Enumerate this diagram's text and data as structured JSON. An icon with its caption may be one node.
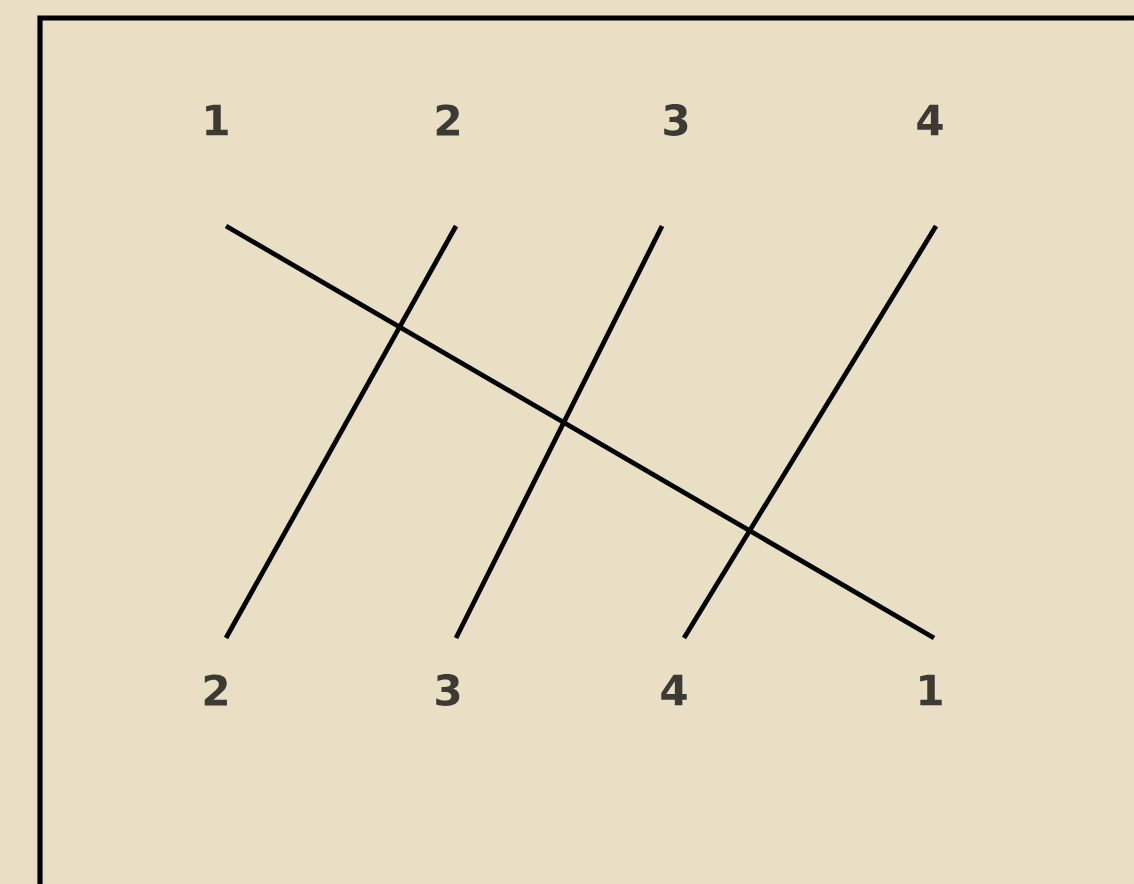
{
  "diagram": {
    "nodes": [
      {
        "text": [
          "1"
        ]
      },
      {
        "text": [
          "2"
        ]
      },
      {
        "text": [
          "3"
        ]
      },
      {
        "text": [
          "4"
        ]
      },
      {
        "text": [
          "2"
        ]
      },
      {
        "text": [
          "3"
        ]
      },
      {
        "text": [
          "4"
        ]
      },
      {
        "text": [
          "1"
        ]
      }
    ],
    "edges": [
      {
        "from": 0,
        "to": 7,
        "arrow": "none"
      },
      {
        "from": 1,
        "to": 4,
        "arrow": "none"
      },
      {
        "from": 2,
        "to": 5,
        "arrow": "none"
      },
      {
        "from": 3,
        "to": 6,
        "arrow": "none"
      }
    ]
  }
}
